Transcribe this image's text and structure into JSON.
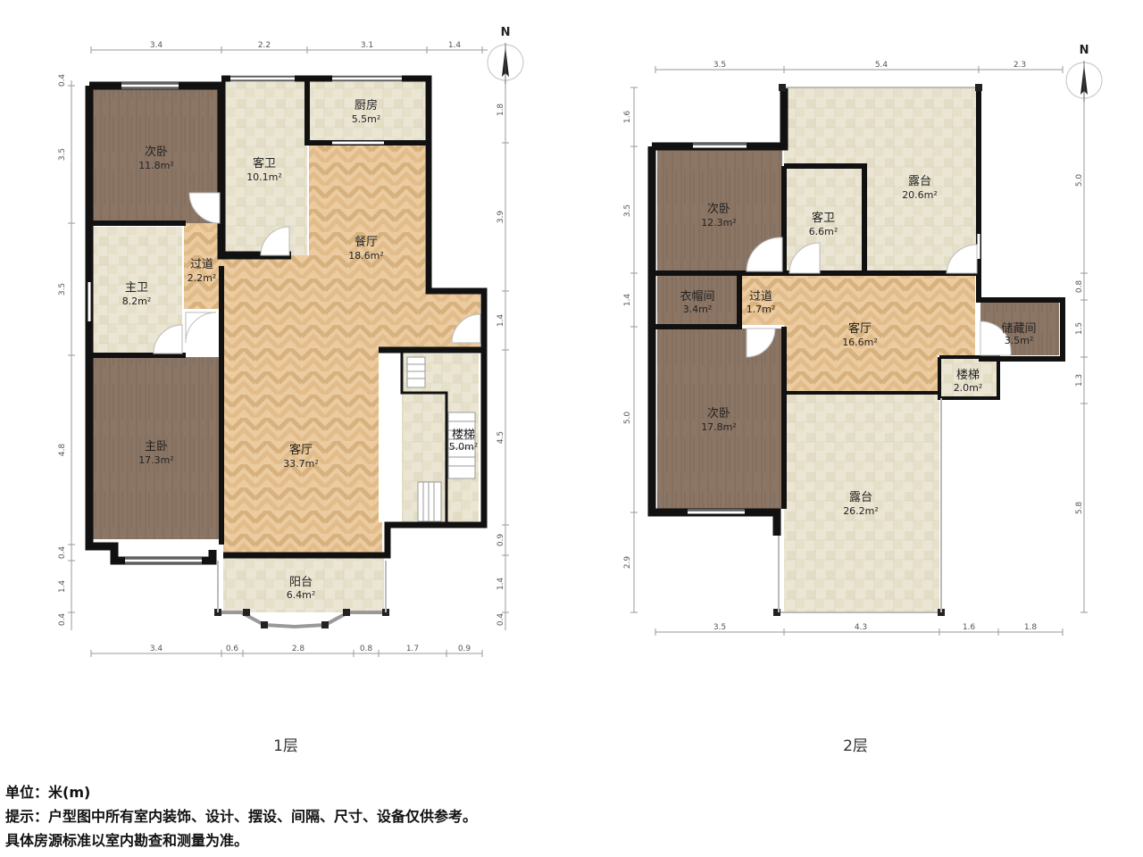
{
  "colors": {
    "wall": "#111111",
    "wood_dark": "#8a7464",
    "tile": "#e9e4d1",
    "parquet": "#e9c89c",
    "dim_line": "#888888"
  },
  "floor1": {
    "label": "1层",
    "rooms": {
      "bedroom2": {
        "name": "次卧",
        "area": "11.8m²"
      },
      "guest_bath": {
        "name": "客卫",
        "area": "10.1m²"
      },
      "kitchen": {
        "name": "厨房",
        "area": "5.5m²"
      },
      "hallway": {
        "name": "过道",
        "area": "2.2m²"
      },
      "dining": {
        "name": "餐厅",
        "area": "18.6m²"
      },
      "master_bath": {
        "name": "主卫",
        "area": "8.2m²"
      },
      "living": {
        "name": "客厅",
        "area": "33.7m²"
      },
      "master_bed": {
        "name": "主卧",
        "area": "17.3m²"
      },
      "stairs": {
        "name": "楼梯",
        "area": "5.0m²"
      },
      "balcony": {
        "name": "阳台",
        "area": "6.4m²"
      }
    },
    "dims_top": [
      "3.4",
      "2.2",
      "3.1",
      "1.4"
    ],
    "dims_bottom": [
      "3.4",
      "0.6",
      "2.8",
      "0.8",
      "1.7",
      "0.9"
    ],
    "dims_left": [
      "0.4",
      "3.5",
      "3.5",
      "4.8",
      "0.4",
      "1.4",
      "0.4"
    ],
    "dims_right": [
      "1.8",
      "3.9",
      "1.4",
      "4.5",
      "0.9",
      "1.4",
      "0.4"
    ]
  },
  "floor2": {
    "label": "2层",
    "rooms": {
      "terrace1": {
        "name": "露台",
        "area": "20.6m²"
      },
      "bedroom_a": {
        "name": "次卧",
        "area": "12.3m²"
      },
      "guest_bath": {
        "name": "客卫",
        "area": "6.6m²"
      },
      "cloak": {
        "name": "衣帽间",
        "area": "3.4m²"
      },
      "hallway": {
        "name": "过道",
        "area": "1.7m²"
      },
      "living": {
        "name": "客厅",
        "area": "16.6m²"
      },
      "storage": {
        "name": "储藏间",
        "area": "3.5m²"
      },
      "stairs": {
        "name": "楼梯",
        "area": "2.0m²"
      },
      "bedroom_b": {
        "name": "次卧",
        "area": "17.8m²"
      },
      "terrace2": {
        "name": "露台",
        "area": "26.2m²"
      }
    },
    "dims_top": [
      "3.5",
      "5.4",
      "2.3"
    ],
    "dims_bottom": [
      "3.5",
      "4.3",
      "1.6",
      "1.8"
    ],
    "dims_left": [
      "1.6",
      "3.5",
      "1.4",
      "5.0",
      "2.9"
    ],
    "dims_right": [
      "5.0",
      "0.8",
      "1.5",
      "1.3",
      "5.8"
    ]
  },
  "compass": {
    "north": "N"
  },
  "footer": {
    "unit": "单位：米(m)",
    "note1": "提示：户型图中所有室内装饰、设计、摆设、间隔、尺寸、设备仅供参考。",
    "note2": "具体房源标准以室内勘查和测量为准。"
  }
}
